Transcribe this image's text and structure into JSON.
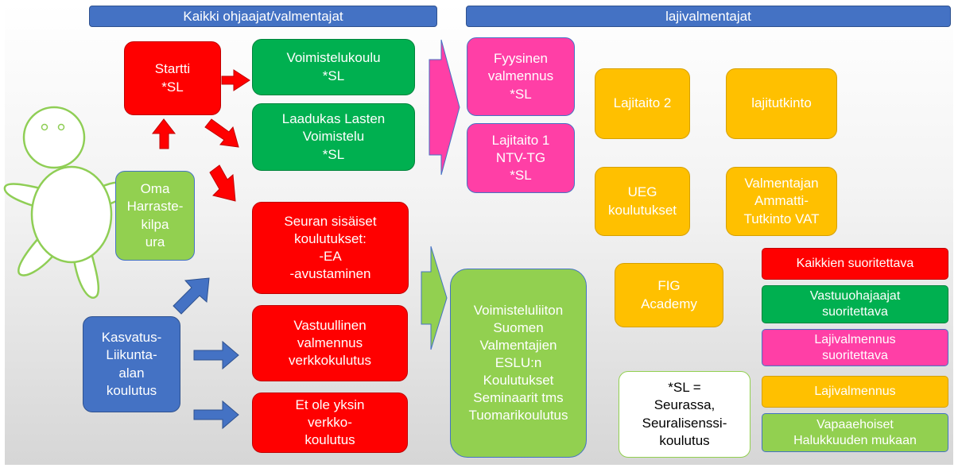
{
  "headers": {
    "left": "Kaikki ohjaajat/valmentajat",
    "right": "lajivalmentajat"
  },
  "boxes": {
    "startti": "Startti\n*SL",
    "voimistelukoulu": "Voimistelukoulu\n*SL",
    "laadukas": "Laadukas Lasten\nVoimistelu\n*SL",
    "oma": "Oma\nHarraste-\nkilpa\nura",
    "seuran": "Seuran sisäiset\nkoulutukset:\n-EA\n-avustaminen",
    "vastuullinen": "Vastuullinen\nvalmennus\nverkkokulutus",
    "et_ole": "Et ole yksin\nverkko-\nkoulutus",
    "kasvatus": "Kasvatus-\nLiikunta-\nalan\nkoulutus",
    "fyysinen": "Fyysinen\nvalmennus\n*SL",
    "lajitaito1": "Lajitaito 1\nNTV-TG\n*SL",
    "lajitaito2": "Lajitaito 2",
    "lajitutkinto": "lajitutkinto",
    "ueg": "UEG\nkoulutukset",
    "vat": "Valmentajan\nAmmatti-\nTutkinto VAT",
    "fig": "FIG\nAcademy",
    "voimisteluliitto": "Voimisteluliiton\nSuomen\nValmentajien\nESLU:n\nKoulutukset\nSeminaarit tms\nTuomarikoulutus",
    "sl_note": "*SL =\nSeurassa,\nSeuralisenssi-\nkoulutus"
  },
  "legend": {
    "kaikkien": "Kaikkien suoritettava",
    "vastuuohjaajat": "Vastuuohajaajat\nsuoritettava",
    "lajivalmennus_suor": "Lajivalmennus\nsuoritettava",
    "lajivalmennus": "Lajivalmennus",
    "vapaaehtoiset": "Vapaaehoiset\nHalukkuuden mukaan"
  },
  "colors": {
    "red": "#ff0000",
    "green": "#00b050",
    "pink": "#ff3fa6",
    "orange": "#ffc000",
    "light_green": "#92d050",
    "blue": "#4472c4",
    "white": "#ffffff"
  },
  "icons": [
    "person-figure-icon",
    "arrow-icon"
  ]
}
